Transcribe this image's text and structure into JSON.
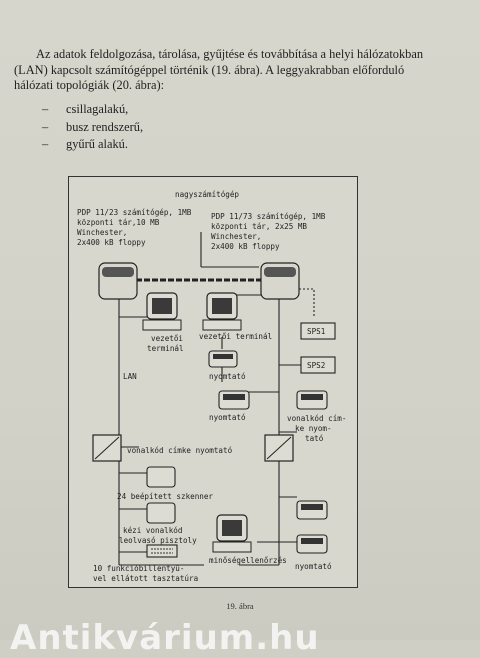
{
  "intro": {
    "line1": "Az adatok feldolgozása, tárolása, gyűjtése és továbbítása a helyi hálózatokban",
    "line2": "(LAN) kapcsolt számítógéppel történik (19. ábra). A leggyakrabban előforduló",
    "line3": "hálózati topológiák (20. ábra):"
  },
  "bullets": [
    {
      "dash": "–",
      "text": "csillagalakú,"
    },
    {
      "dash": "–",
      "text": "busz rendszerű,"
    },
    {
      "dash": "–",
      "text": "gyűrű alakú."
    }
  ],
  "figure": {
    "title": "nagyszámítógép",
    "left_spec": [
      "PDP 11/23 számítógép, 1MB",
      "központi tár,10 MB",
      "Winchester,",
      "2x400 kB floppy"
    ],
    "right_spec": [
      "PDP 11/73 számítógép, 1MB",
      "központi tár, 2x25 MB",
      "Winchester,",
      "2x400 kB floppy"
    ],
    "sps1": "SPS1",
    "sps2": "SPS2",
    "vezetoi_terminal_left": [
      "vezetői",
      "terminál"
    ],
    "vezetoi_terminal_mid": "vezetői terminál",
    "nyomtato_1": "nyomtató",
    "nyomtato_2": "nyomtató",
    "lan": "LAN",
    "vonalkod_right": [
      "vonalkód cím-",
      "ke nyom-",
      "tató"
    ],
    "vonalkod_cimke": "vonalkód címke nyomtató",
    "szkenner": "24 beépített szkenner",
    "pisztoly": [
      "kézi vonalkód",
      "leolvasó pisztoly"
    ],
    "tasztatura": [
      "10 funkcióbillentyű-",
      "vel ellátott tasztatúra"
    ],
    "minoseg": "minőségellenőrzés",
    "nyomtato_3": "nyomtató"
  },
  "caption": "19. ábra",
  "watermark": "Antikvárium.hu"
}
